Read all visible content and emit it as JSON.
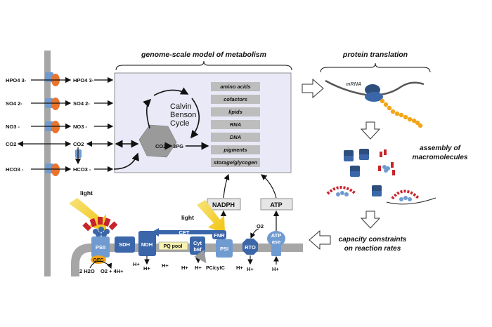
{
  "titles": {
    "model": "genome-scale model of metabolism",
    "translation": "protein translation",
    "assembly": [
      "assembly of",
      "macromolecules"
    ],
    "capacity": [
      "capacity constraints",
      "on reaction rates"
    ]
  },
  "cycle": {
    "lines": [
      "Calvin",
      "Benson",
      "Cycle"
    ],
    "co2": "CO2",
    "pga": "3PG"
  },
  "metabolites": [
    "amino acids",
    "cofactors",
    "lipids",
    "RNA",
    "DNA",
    "pigments",
    "storage/glycogen"
  ],
  "ions_outside": [
    "HPO4 3-",
    "SO4 2-",
    "NO3 -",
    "CO2",
    "HCO3 -"
  ],
  "ions_inside": [
    "HPO4 3-",
    "SO4 2-",
    "NO3 -",
    "CO2",
    "HCO3 -"
  ],
  "mrna_label": "mRNA",
  "products": {
    "nadph": "NADPH",
    "atp": "ATP"
  },
  "light": {
    "left": "light",
    "right": "light"
  },
  "complexes": {
    "psii": "PSII",
    "sdh": "SDH",
    "ndh": "NDH",
    "pq": "PQ pool",
    "cyt": [
      "Cyt",
      "b6f"
    ],
    "psi": "PSI",
    "fnr": "FNR",
    "rto": "RTO",
    "atpase": [
      "ATP",
      "ase"
    ],
    "oec": "OEC",
    "cet": "CET"
  },
  "labels": {
    "water": "2 H2O",
    "o2_4h": "O2 + 4H+",
    "pc": "PC/cytC",
    "o2": "O2",
    "hplus": "H+"
  },
  "colors": {
    "membrane": "#a6a6a6",
    "complex": "#3b66a9",
    "lightblue": "#6f9bd1",
    "orange": "#e8742e",
    "model_bg": "#e9e9f7",
    "yellow": "#f2d11b",
    "red": "#c8242c"
  }
}
